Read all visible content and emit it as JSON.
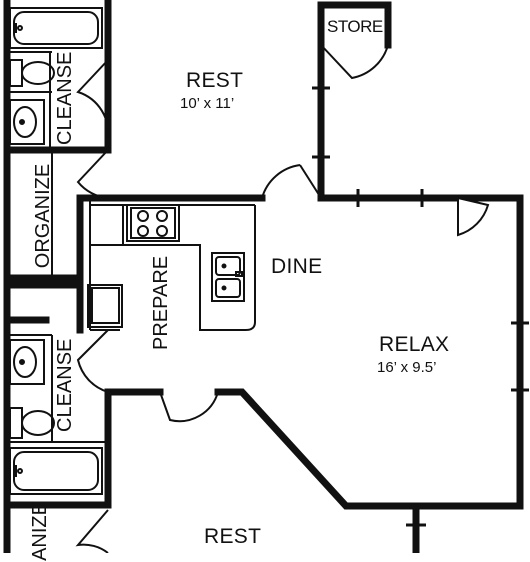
{
  "rooms": {
    "rest_top": {
      "name": "REST",
      "dimensions": "10’ x 11’"
    },
    "relax": {
      "name": "RELAX",
      "dimensions": "16’ x 9.5’"
    },
    "rest_bottom": {
      "name": "REST",
      "dimensions": ""
    },
    "store": {
      "name": "STORE"
    },
    "dine": {
      "name": "DINE"
    },
    "prepare": {
      "name": "PREPARE"
    },
    "organize_top": {
      "name": "ORGANIZE"
    },
    "organize_bottom": {
      "name": "ANIZE"
    },
    "cleanse_top": {
      "name": "CLEANSE"
    },
    "cleanse_bottom": {
      "name": "CLEANSE"
    }
  },
  "fixtures": [
    "bathtub-icon",
    "toilet-icon",
    "sink-icon",
    "stove-icon",
    "double-sink-icon",
    "refrigerator-icon"
  ],
  "colors": {
    "wall": "#111111",
    "background": "#ffffff"
  }
}
